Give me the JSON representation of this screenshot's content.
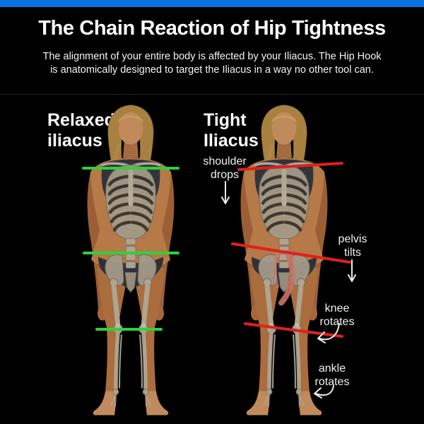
{
  "header": {
    "accent_color": "#0b72dd",
    "title": "The Chain Reaction of Hip Tightness",
    "subtitle_line1": "The alignment of your entire body is affected by your Iliacus. The Hip Hook",
    "subtitle_line2": "is anatomically designed to target the Iliacus in a way no other tool can."
  },
  "left_figure": {
    "label_line1": "Relaxed",
    "label_line2": "iliacus",
    "line_color": "#2fd13a"
  },
  "right_figure": {
    "label_line1": "Tight",
    "label_line2": "Iliacus",
    "line_color": "#e0211b"
  },
  "annotations": {
    "arrow_color": "#ececec",
    "shoulder_line1": "shoulder",
    "shoulder_line2": "drops",
    "pelvis_line1": "pelvis",
    "pelvis_line2": "tilts",
    "knee_line1": "knee",
    "knee_line2": "rotates",
    "ankle_line1": "ankle",
    "ankle_line2": "rotates"
  }
}
